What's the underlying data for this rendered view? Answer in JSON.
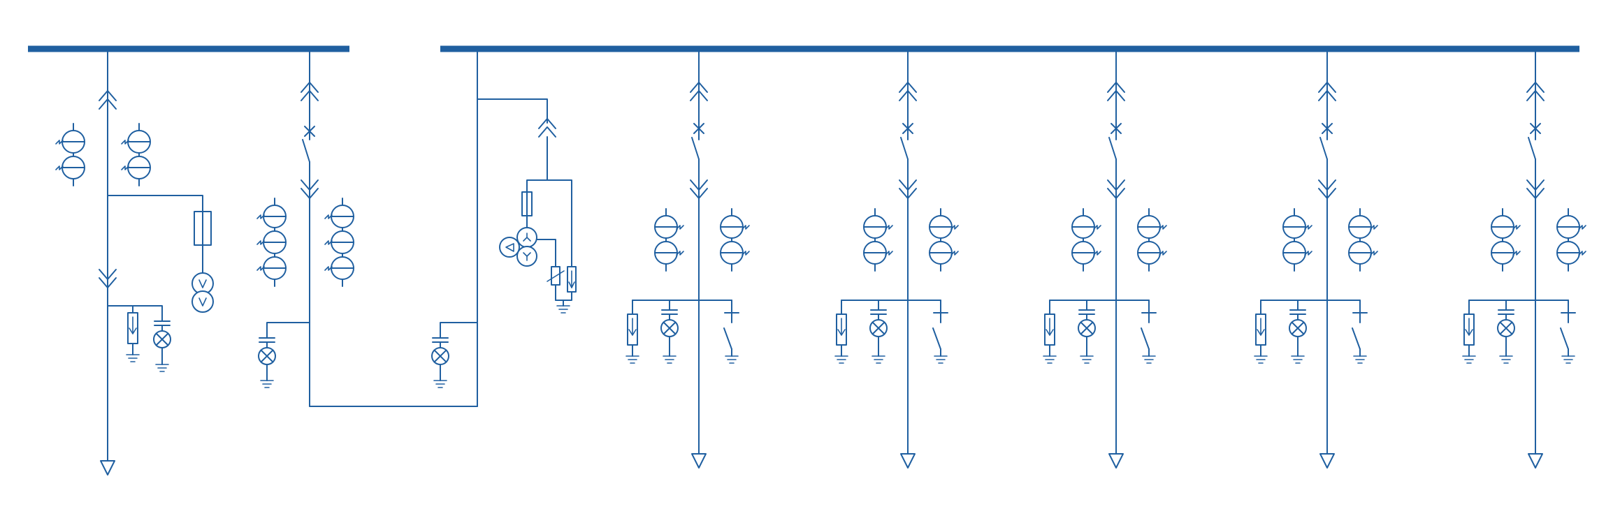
{
  "diagram": {
    "type": "single-line electrical switchgear diagram",
    "line_color": "#1f5fa0",
    "background": "#ffffff",
    "busbars": [
      {
        "id": "bus-section-1"
      },
      {
        "id": "bus-section-2"
      }
    ],
    "panels": [
      {
        "id": "incoming-feeder",
        "symbols": [
          "plug-connector",
          "current-transformer-pair-x2",
          "fuse",
          "voltage-transformer",
          "surge-arrester",
          "live-indicator",
          "outgoing-arrow"
        ]
      },
      {
        "id": "bus-coupler-breaker",
        "symbols": [
          "plug-connector",
          "circuit-breaker",
          "disconnector",
          "current-transformer-triple-x2",
          "live-indicator"
        ]
      },
      {
        "id": "bus-riser-metering",
        "symbols": [
          "plug-connector",
          "fuse",
          "voltage-transformer-open-delta",
          "damping-resistor",
          "live-indicator"
        ]
      },
      {
        "id": "feeder-1",
        "symbols": [
          "plug-connector",
          "circuit-breaker",
          "disconnector",
          "current-transformer-pair-x2",
          "surge-arrester",
          "live-indicator",
          "earthing-switch",
          "outgoing-arrow"
        ]
      },
      {
        "id": "feeder-2",
        "symbols": [
          "plug-connector",
          "circuit-breaker",
          "disconnector",
          "current-transformer-pair-x2",
          "surge-arrester",
          "live-indicator",
          "earthing-switch",
          "outgoing-arrow"
        ]
      },
      {
        "id": "feeder-3",
        "symbols": [
          "plug-connector",
          "circuit-breaker",
          "disconnector",
          "current-transformer-pair-x2",
          "surge-arrester",
          "live-indicator",
          "earthing-switch",
          "outgoing-arrow"
        ]
      },
      {
        "id": "feeder-4",
        "symbols": [
          "plug-connector",
          "circuit-breaker",
          "disconnector",
          "current-transformer-pair-x2",
          "surge-arrester",
          "live-indicator",
          "earthing-switch",
          "outgoing-arrow"
        ]
      },
      {
        "id": "feeder-5",
        "symbols": [
          "plug-connector",
          "circuit-breaker",
          "disconnector",
          "current-transformer-pair-x2",
          "surge-arrester",
          "live-indicator",
          "earthing-switch",
          "outgoing-arrow"
        ]
      }
    ]
  }
}
